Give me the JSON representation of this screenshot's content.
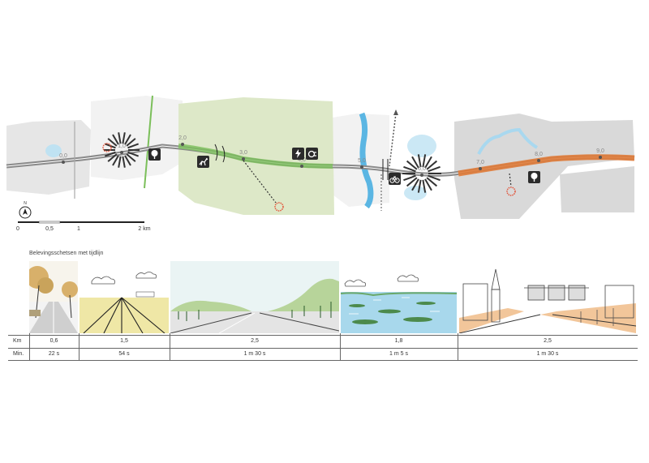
{
  "map": {
    "km_markers": [
      "0,0",
      "1,0",
      "2,0",
      "3,0",
      "4,0",
      "5,0",
      "6,0",
      "7,0",
      "8,0",
      "9,0"
    ],
    "scale_labels": [
      "0",
      "0,5",
      "1",
      "2 km"
    ],
    "north_label": "N",
    "icons": [
      "tree-icon",
      "deer-icon",
      "electric-charging-icon",
      "electric-car-icon",
      "bicycle-icon",
      "tree-icon"
    ],
    "colors": {
      "road": "#8a8a8a",
      "green_zone": "#d6e4bf",
      "green_line": "#7bbf5a",
      "urban_block": "#d9d9d9",
      "water": "#5bb6e3",
      "orange_line": "#e07b39",
      "viewpoint": "#e2553b"
    }
  },
  "sketches": {
    "title": "Belevingsschetsen met tijdlijn"
  },
  "timeline": {
    "km_label": "Km",
    "min_label": "Min.",
    "segments": [
      {
        "km": "0,6",
        "min": "22 s"
      },
      {
        "km": "1,5",
        "min": "54 s"
      },
      {
        "km": "2,5",
        "min": "1 m 30 s"
      },
      {
        "km": "1,8",
        "min": "1 m 5 s"
      },
      {
        "km": "2,5",
        "min": "1 m 30 s"
      }
    ]
  }
}
